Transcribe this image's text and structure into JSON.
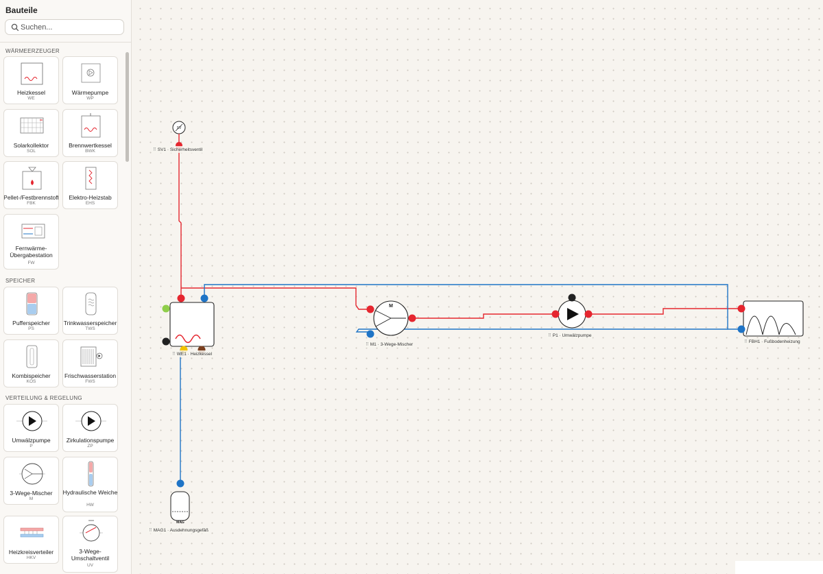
{
  "sidebar": {
    "title": "Bauteile",
    "search_placeholder": "Suchen...",
    "sections": [
      {
        "label": "WÄRMEERZEUGER",
        "items": [
          {
            "name": "Heizkessel",
            "code": "WE"
          },
          {
            "name": "Wärmepumpe",
            "code": "WP"
          },
          {
            "name": "Solarkollektor",
            "code": "SOL"
          },
          {
            "name": "Brennwertkessel",
            "code": "BWK"
          },
          {
            "name": "Pellet-/Festbrennstoff",
            "code": "FBK"
          },
          {
            "name": "Elektro-Heizstab",
            "code": "EHS"
          },
          {
            "name": "Fernwärme-Übergabestation",
            "code": "FW"
          }
        ]
      },
      {
        "label": "SPEICHER",
        "items": [
          {
            "name": "Pufferspeicher",
            "code": "PS"
          },
          {
            "name": "Trinkwasserspeicher",
            "code": "TWS"
          },
          {
            "name": "Kombispeicher",
            "code": "KOS"
          },
          {
            "name": "Frischwasserstation",
            "code": "FWS"
          }
        ]
      },
      {
        "label": "VERTEILUNG & REGELUNG",
        "items": [
          {
            "name": "Umwälzpumpe",
            "code": "P"
          },
          {
            "name": "Zirkulationspumpe",
            "code": "ZP"
          },
          {
            "name": "3-Wege-Mischer",
            "code": "M"
          },
          {
            "name": "Hydraulische Weiche",
            "code": "HW"
          },
          {
            "name": "Heizkreisverteiler",
            "code": "HKV"
          },
          {
            "name": "3-Wege-Umschaltventil",
            "code": "UV"
          }
        ]
      }
    ]
  },
  "canvas": {
    "components": [
      {
        "id": "SV1",
        "label": "SV1 · Sicherheitsventil",
        "symbol": "SV"
      },
      {
        "id": "WE1",
        "label": "WE1 · Heizkessel"
      },
      {
        "id": "M1",
        "label": "M1 · 3-Wege-Mischer",
        "symbol": "M"
      },
      {
        "id": "P1",
        "label": "P1 · Umwälzpumpe"
      },
      {
        "id": "FBH1",
        "label": "FBH1 · Fußbodenheizung"
      },
      {
        "id": "MAG1",
        "label": "MAG1 · Ausdehnungsgefäß",
        "symbol": "MAG"
      }
    ],
    "drag_handle": "⠿"
  },
  "colors": {
    "supply": "#e5262f",
    "return": "#1f74c6",
    "port_green": "#8fce4a",
    "port_black": "#222222",
    "port_yellow": "#f2c200",
    "port_brown": "#7a3f1e"
  }
}
